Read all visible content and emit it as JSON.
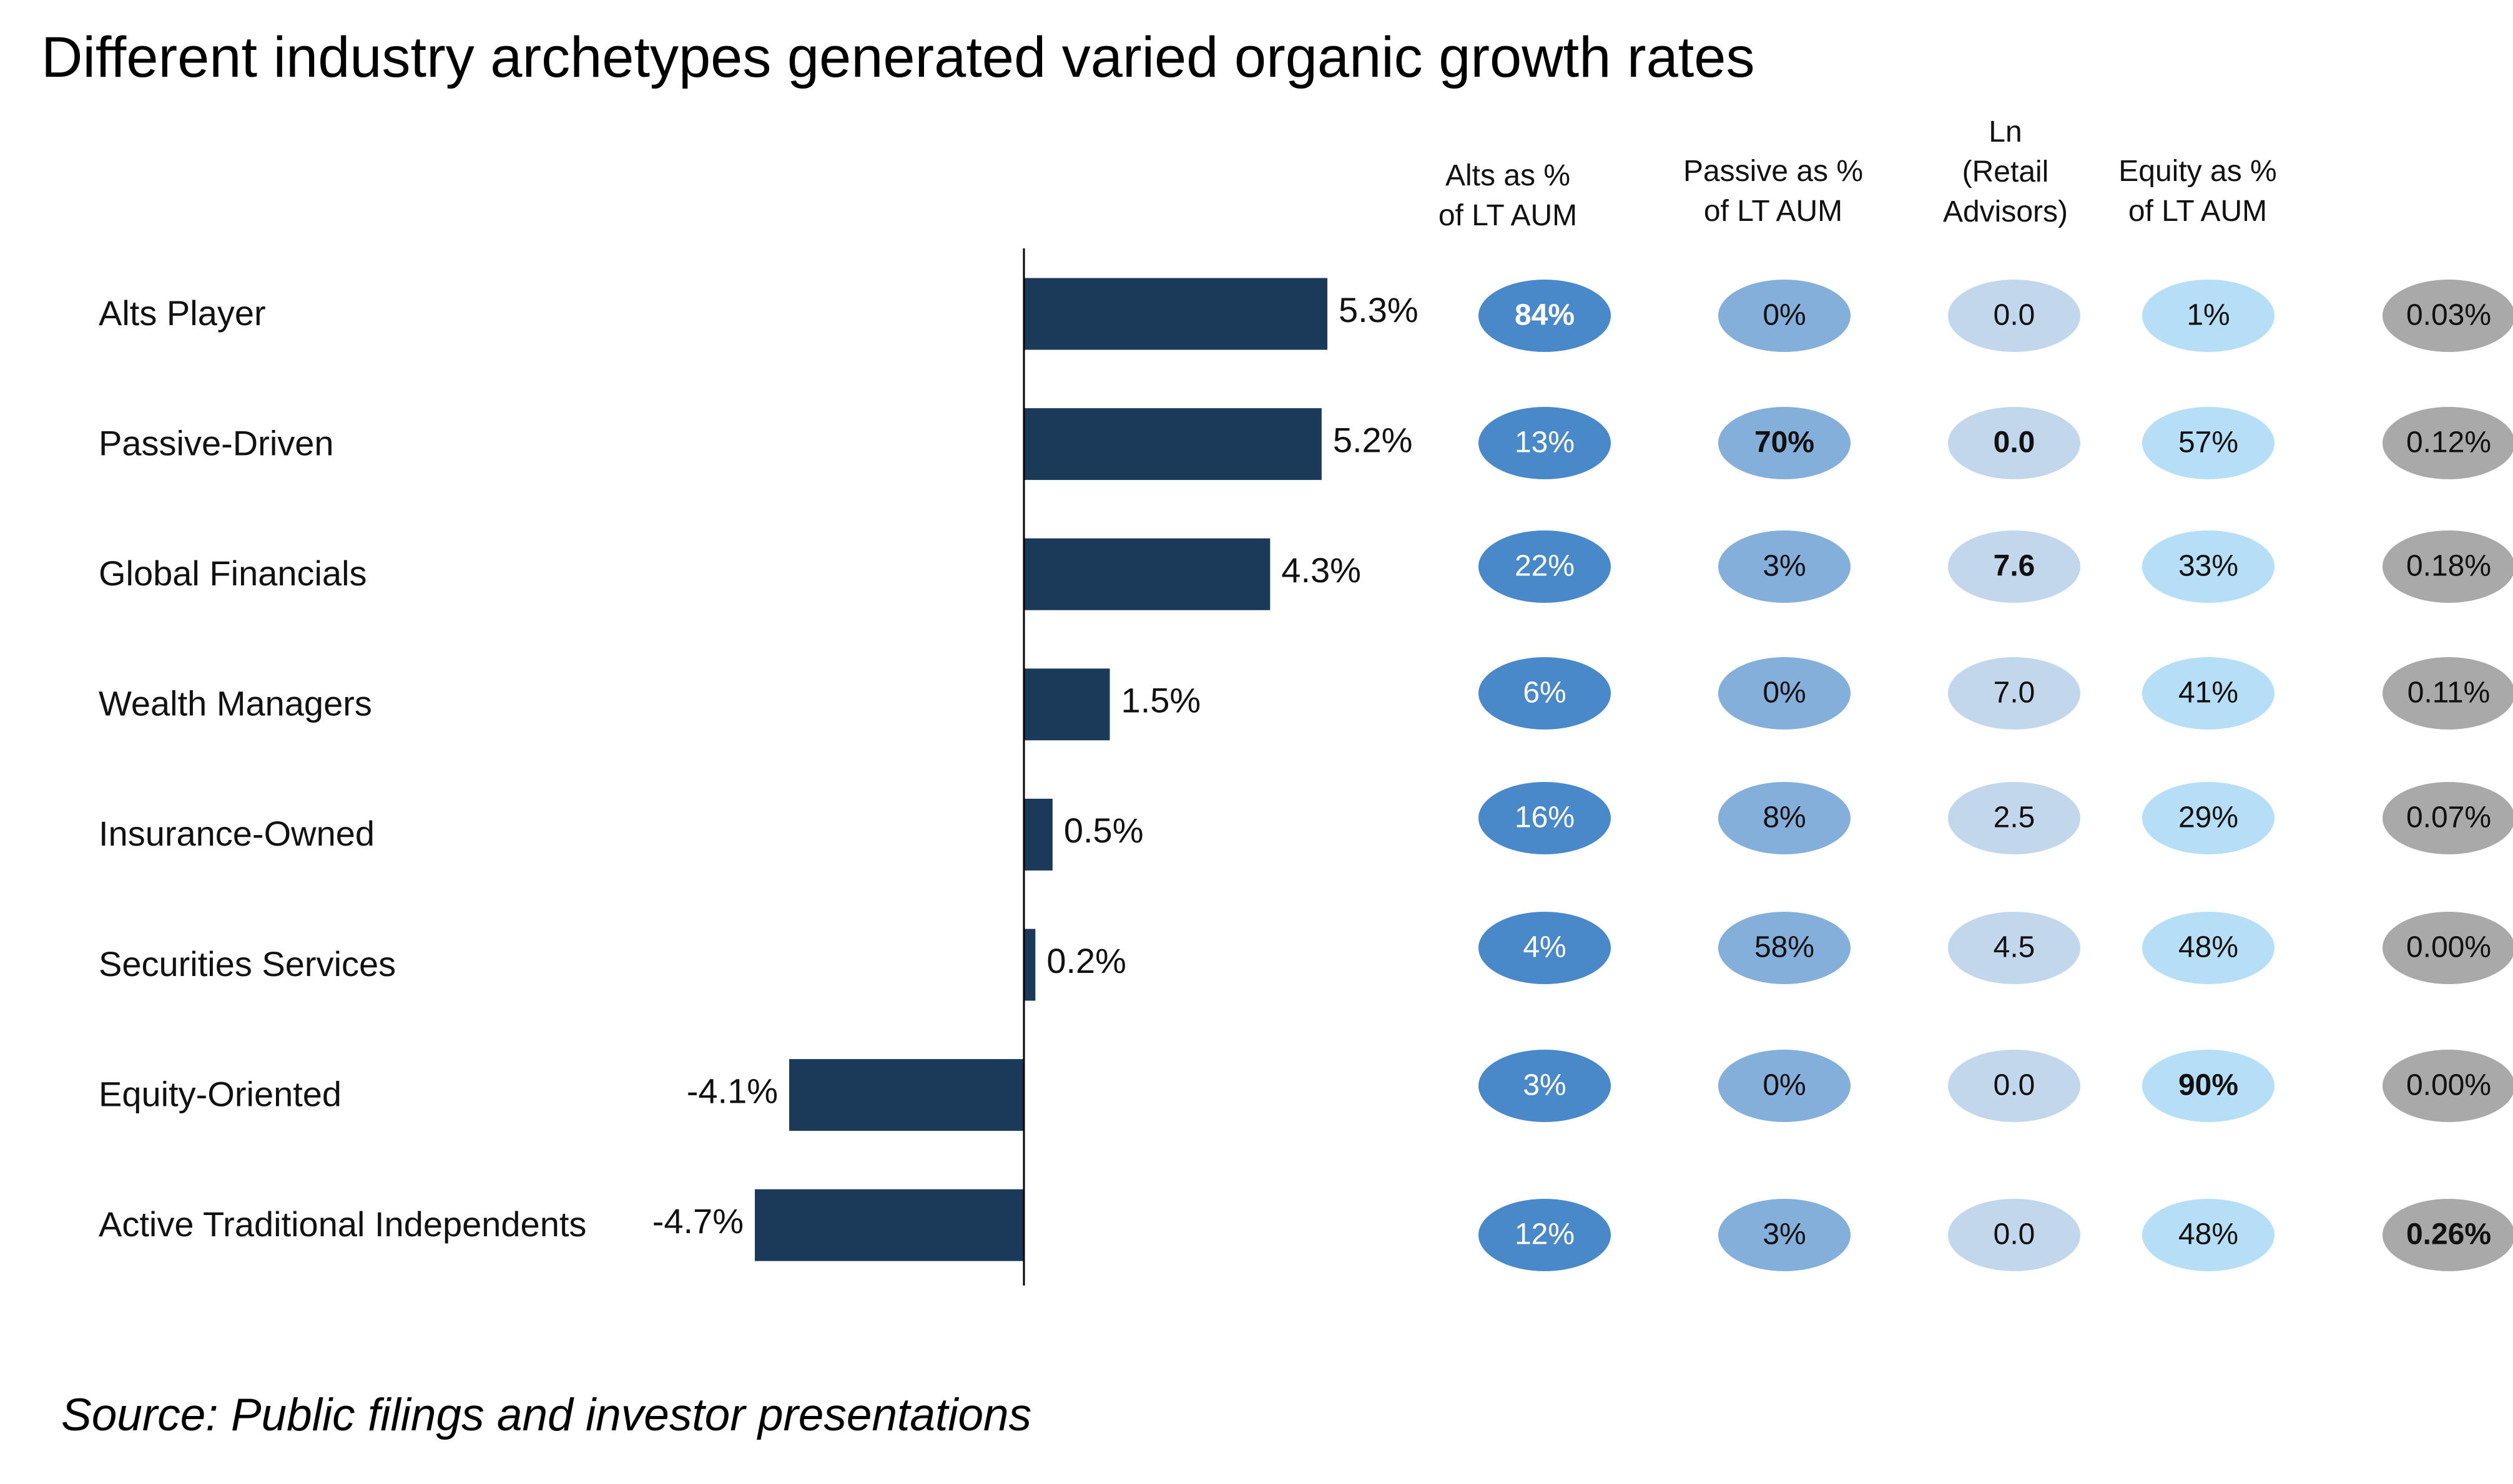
{
  "title": "Different industry archetypes generated varied organic growth rates",
  "source": "Source: Public filings and investor presentations",
  "colors": {
    "bar": "#1b3a5a",
    "alts": "#4a89c9",
    "passive": "#85afdb",
    "retail": "#c2d7ec",
    "equity": "#b6def7",
    "fees": "#a9a9a9"
  },
  "chart_data": {
    "type": "bar",
    "orientation": "horizontal",
    "categories": [
      "Alts Player",
      "Passive-Driven",
      "Global Financials",
      "Wealth Managers",
      "Insurance-Owned",
      "Securities Services",
      "Equity-Oriented",
      "Active Traditional Independents"
    ],
    "values": [
      5.3,
      5.2,
      4.3,
      1.5,
      0.5,
      0.2,
      -4.1,
      -4.7
    ],
    "value_labels": [
      "5.3%",
      "5.2%",
      "4.3%",
      "1.5%",
      "0.5%",
      "0.2%",
      "-4.1%",
      "-4.7%"
    ],
    "unit": "%",
    "grid": false,
    "table": {
      "columns": [
        {
          "key": "alts",
          "header": [
            "Alts as %",
            "of LT AUM"
          ],
          "values": [
            "84%",
            "13%",
            "22%",
            "6%",
            "16%",
            "4%",
            "3%",
            "12%"
          ],
          "bold": [
            0
          ]
        },
        {
          "key": "passive",
          "header": [
            "Passive as %",
            "of LT AUM"
          ],
          "values": [
            "0%",
            "70%",
            "3%",
            "0%",
            "8%",
            "58%",
            "0%",
            "3%"
          ],
          "bold": [
            1
          ]
        },
        {
          "key": "retail",
          "header": [
            "Ln",
            "(Retail",
            "Advisors)"
          ],
          "values": [
            "0.0",
            "0.0",
            "7.6",
            "7.0",
            "2.5",
            "4.5",
            "0.0",
            "0.0"
          ],
          "bold": [
            1,
            2
          ]
        },
        {
          "key": "equity",
          "header": [
            "Equity as %",
            "of LT AUM"
          ],
          "values": [
            "1%",
            "57%",
            "33%",
            "41%",
            "29%",
            "48%",
            "90%",
            "48%"
          ],
          "bold": [
            6
          ]
        },
        {
          "key": "fees",
          "header": [],
          "values": [
            "0.03%",
            "0.12%",
            "0.18%",
            "0.11%",
            "0.07%",
            "0.00%",
            "0.00%",
            "0.26%"
          ],
          "bold": [
            7
          ]
        }
      ]
    }
  }
}
